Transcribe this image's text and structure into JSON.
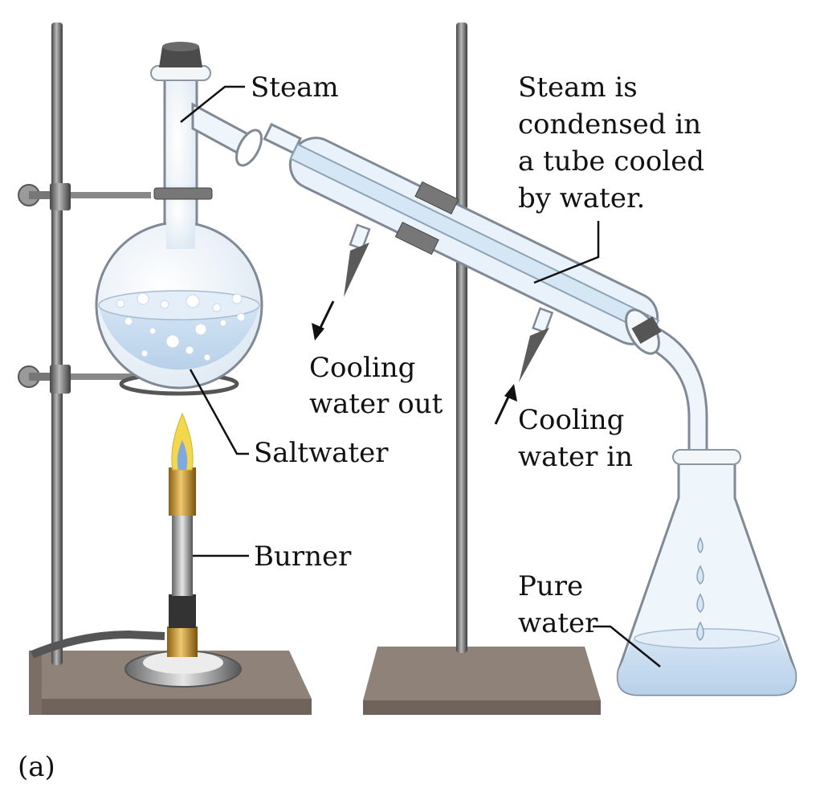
{
  "labels": {
    "steam": "Steam",
    "condenser_line1": "Steam is",
    "condenser_line2": "condensed in",
    "condenser_line3": "a tube cooled",
    "condenser_line4": "by water.",
    "cooling_out_line1": "Cooling",
    "cooling_out_line2": "water out",
    "cooling_in_line1": "Cooling",
    "cooling_in_line2": "water in",
    "saltwater": "Saltwater",
    "burner": "Burner",
    "pure_line1": "Pure",
    "pure_line2": "water",
    "panel": "(a)"
  },
  "colors": {
    "glass_outline": "#7f8a96",
    "glass_fill": "#eef5fb",
    "water": "#cfe2f4",
    "rod": "#6e6e6e",
    "base": "#8a7d74",
    "brass": "#c99a2e",
    "flame_outer": "#f2d84a",
    "flame_inner": "#7fa9e0",
    "stopper": "#555555"
  }
}
